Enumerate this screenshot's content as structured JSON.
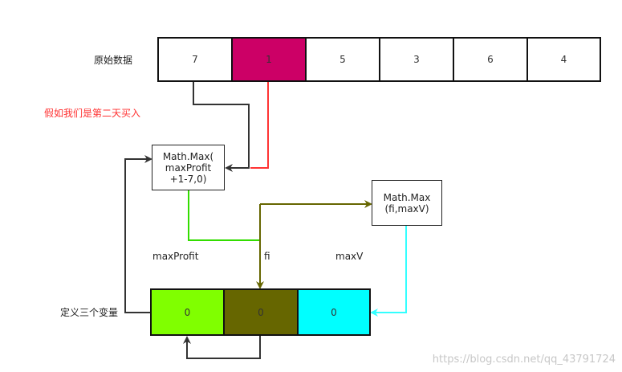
{
  "original_data": {
    "label": "原始数据",
    "values": [
      "7",
      "1",
      "5",
      "3",
      "6",
      "4"
    ]
  },
  "annotation": "假如我们是第二天买入",
  "node_maxprofit": {
    "lines": [
      "Math.Max(",
      "maxProfit",
      "+1-7,0)"
    ]
  },
  "node_maxv": {
    "lines": [
      "Math.Max",
      "(fi,maxV)"
    ]
  },
  "variables": {
    "label": "定义三个变量",
    "names": [
      "maxProfit",
      "fi",
      "maxV"
    ],
    "values": [
      "0",
      "0",
      "0"
    ]
  },
  "colors": {
    "highlight_cell": "#cc0066",
    "maxprofit_cell": "#80ff00",
    "fi_cell": "#666600",
    "maxv_cell": "#00ffff",
    "red_arrow": "#ff3333",
    "green_line": "#33dd00",
    "olive_line": "#666600",
    "cyan_line": "#33ffff",
    "dark_line": "#333333"
  },
  "watermark": "https://blog.csdn.net/qq_43791724"
}
